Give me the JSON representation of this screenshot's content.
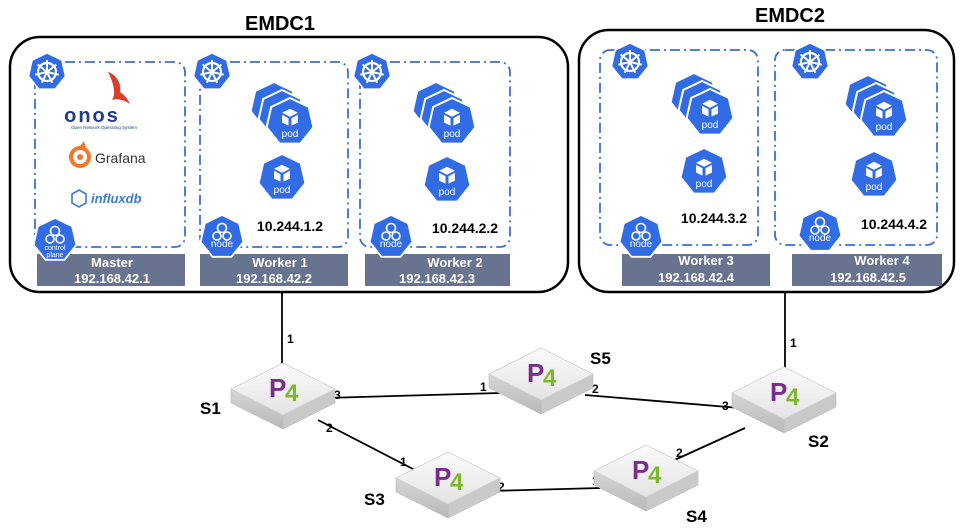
{
  "clusters": [
    {
      "name": "EMDC1"
    },
    {
      "name": "EMDC2"
    }
  ],
  "nodes": [
    {
      "role": "Master",
      "ip": "192.168.42.1",
      "badge": "control plane"
    },
    {
      "role": "Worker 1",
      "ip": "192.168.42.2",
      "pod_ip": "10.244.1.2",
      "badge": "node"
    },
    {
      "role": "Worker  2",
      "ip": "192.168.42.3",
      "pod_ip": "10.244.2.2",
      "badge": "node"
    },
    {
      "role": "Worker 3",
      "ip": "192.168.42.4",
      "pod_ip": "10.244.3.2",
      "badge": "node"
    },
    {
      "role": "Worker  4",
      "ip": "192.168.42.5",
      "pod_ip": "10.244.4.2",
      "badge": "node"
    }
  ],
  "pod_label": "pod",
  "master_tools": {
    "onos": "onos",
    "onos_sub": "Open Network Operating System",
    "grafana": "Grafana",
    "influx": "influxdb"
  },
  "switches": [
    {
      "name": "S1",
      "logo": "P4"
    },
    {
      "name": "S2",
      "logo": "P4"
    },
    {
      "name": "S3",
      "logo": "P4"
    },
    {
      "name": "S4",
      "logo": "P4"
    },
    {
      "name": "S5",
      "logo": "P4"
    }
  ],
  "ports": {
    "emdc1_s1": "1",
    "emdc2_s2": "1",
    "s1_s5_a": "3",
    "s1_s5_b": "1",
    "s5_s2_a": "2",
    "s5_s2_b": "3",
    "s1_s3_a": "2",
    "s1_s3_b": "1",
    "s3_s4_a": "2",
    "s3_s4_b": "1",
    "s4_s2_a": "2"
  },
  "colors": {
    "kube_blue": "#326ce5",
    "dash_blue": "#3b6fd8",
    "label_bar": "#4d5b7c",
    "p4_purple": "#7b2d8e",
    "p4_green": "#7ab929",
    "onos_blue": "#1f3b8f",
    "onos_red": "#d9402b",
    "grafana_orange": "#f2792b",
    "influx_blue": "#3a7bd5"
  },
  "icons": [
    "kubernetes-wheel-icon",
    "pod-cube-icon",
    "node-cogs-icon",
    "control-plane-icon",
    "p4-switch-icon",
    "onos-bird-icon",
    "grafana-icon",
    "influxdb-icon"
  ]
}
